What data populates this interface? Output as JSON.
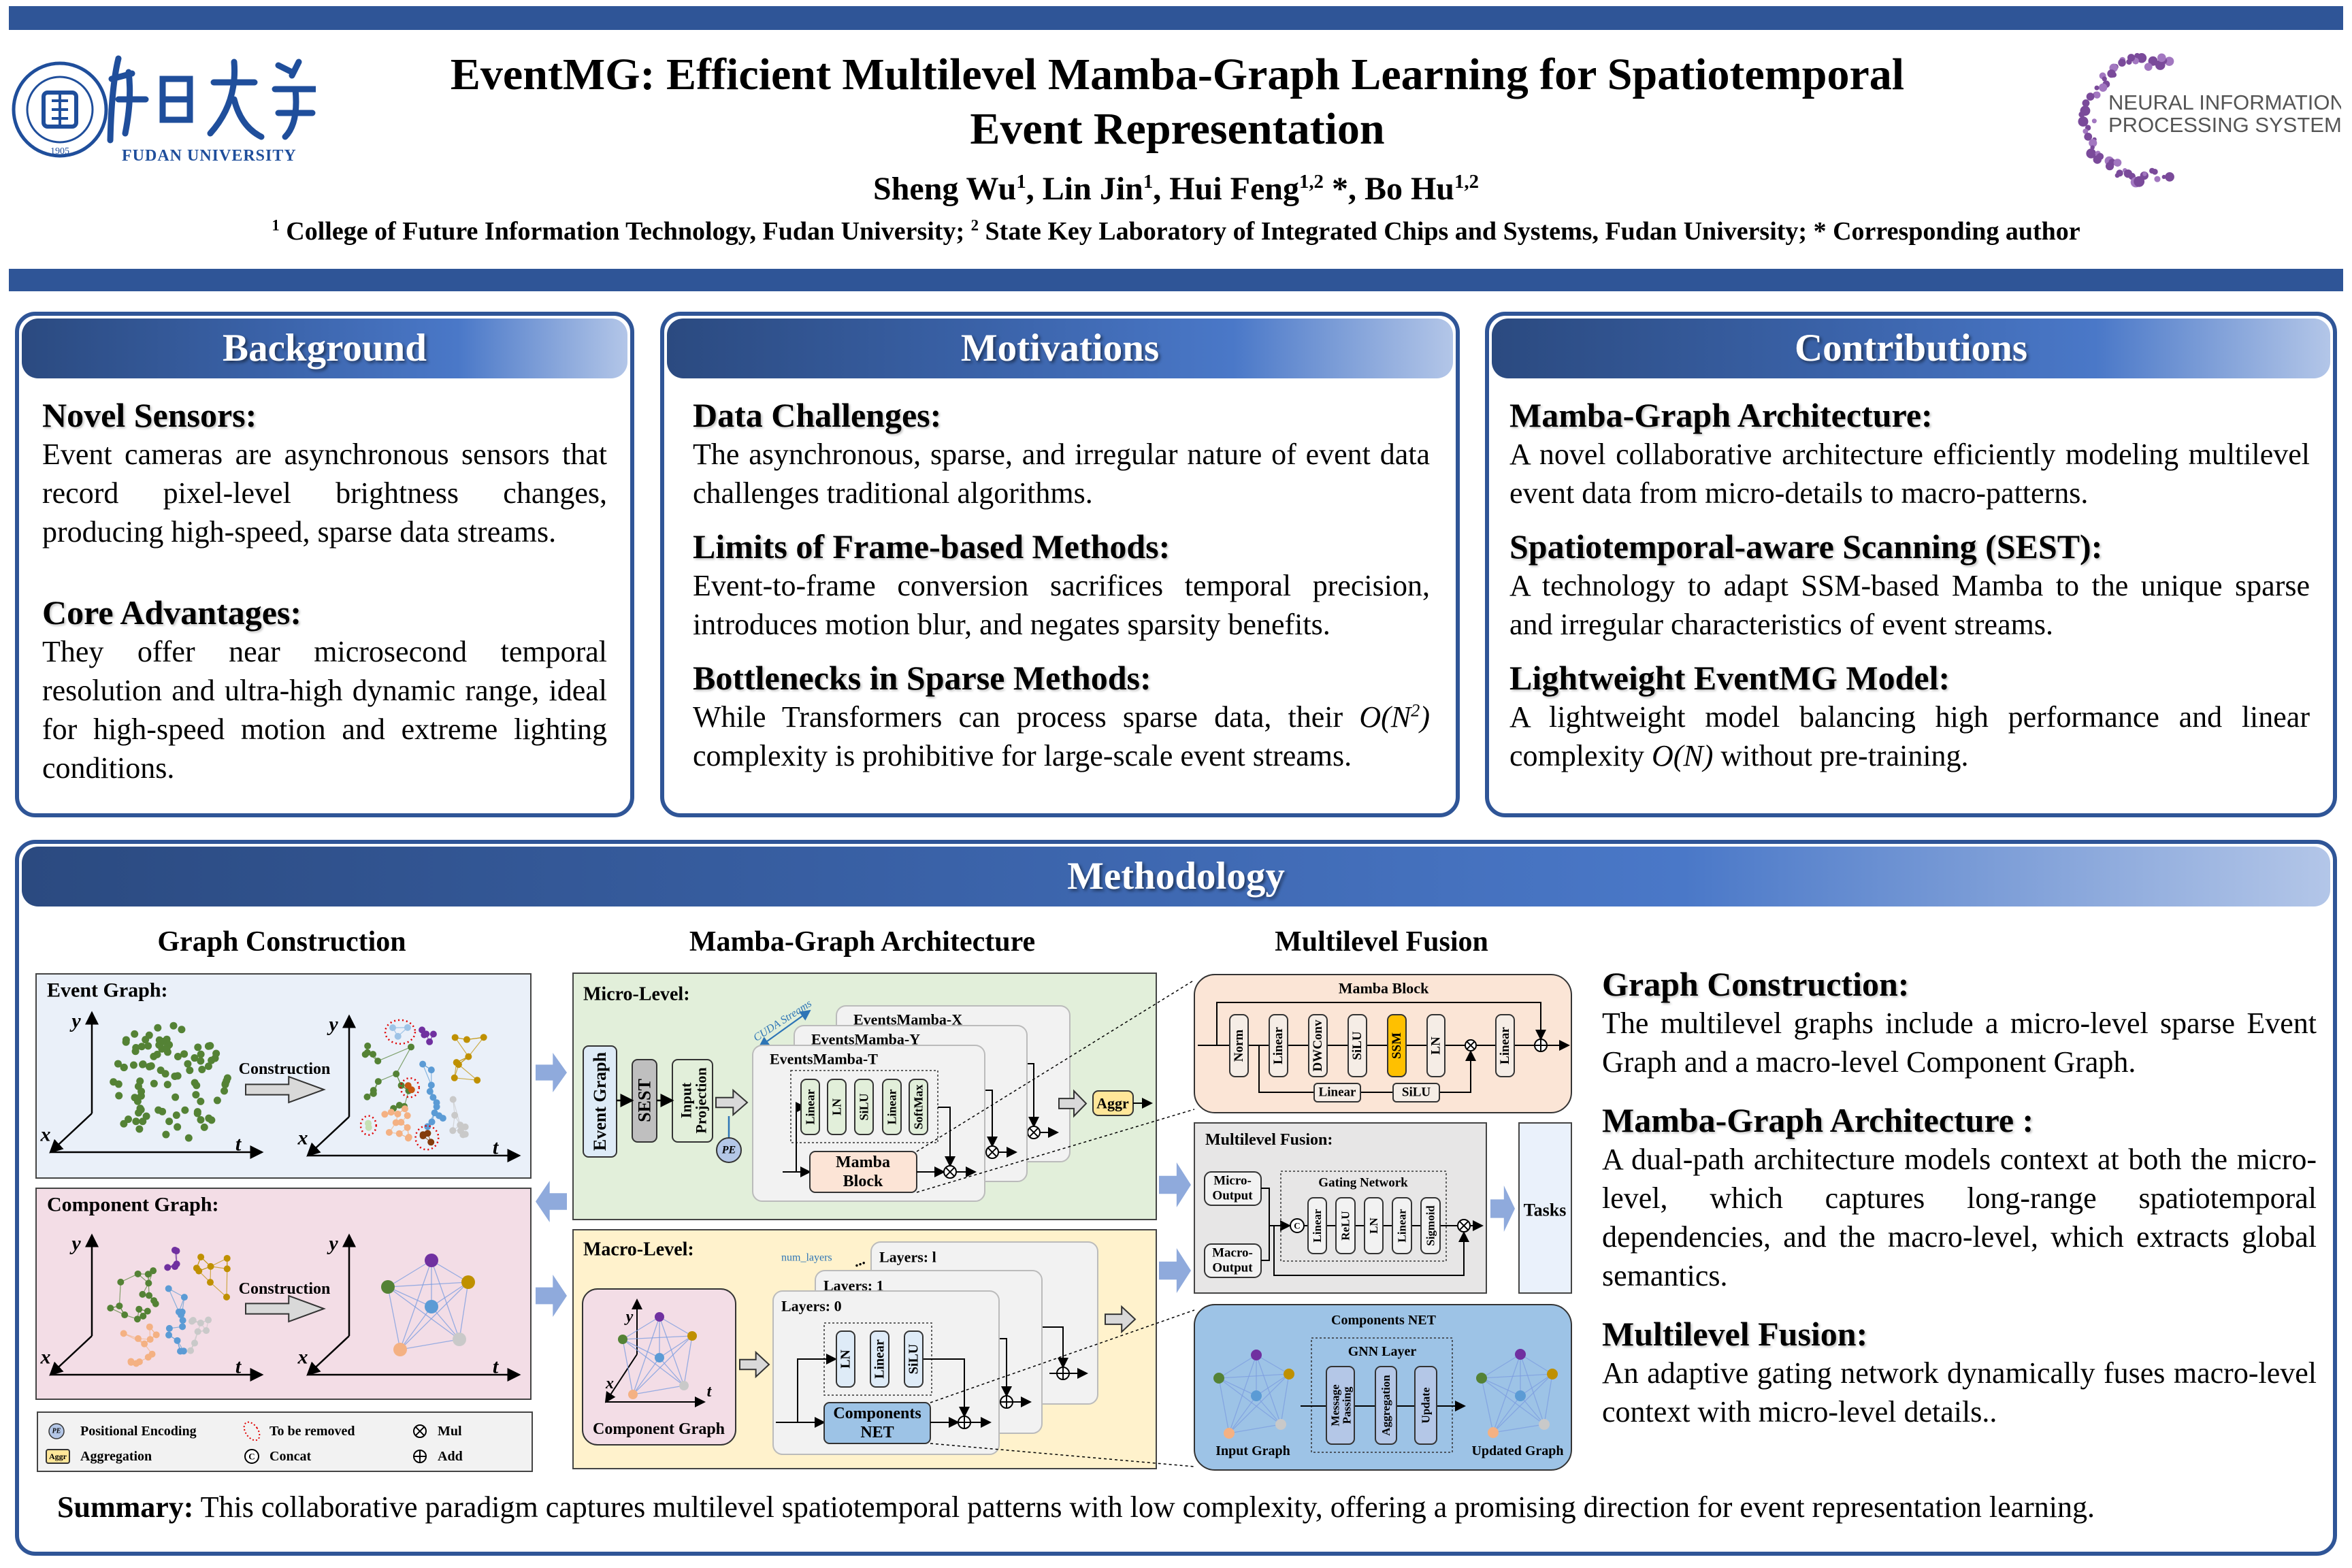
{
  "header": {
    "title_line1": "EventMG: Efficient Multilevel Mamba-Graph Learning for Spatiotemporal",
    "title_line2": "Event Representation",
    "authors": [
      {
        "name": "Sheng Wu",
        "sup": "1"
      },
      {
        "name": "Lin Jin",
        "sup": "1"
      },
      {
        "name": "Hui Feng",
        "sup": "1,2",
        "suffix": " *"
      },
      {
        "name": "Bo Hu",
        "sup": "1,2"
      }
    ],
    "affiliations": [
      {
        "sup": "1",
        "text": " College of Future Information Technology, Fudan University; "
      },
      {
        "sup": "2",
        "text": " State Key Laboratory of Integrated Chips and Systems, Fudan University; * Corresponding author"
      }
    ],
    "left_logo": {
      "name": "Fudan University",
      "chinese": "復旦大學",
      "year": "1905",
      "english": "FUDAN UNIVERSITY"
    },
    "right_logo": {
      "line1": "NEURAL INFORMATION",
      "line2": "PROCESSING SYSTEMS"
    }
  },
  "colors": {
    "primary": "#2f5597",
    "accent_yellow": "#ffc000",
    "arrow_blue": "#8faadc"
  },
  "background": {
    "title": "Background",
    "sections": [
      {
        "heading": "Novel Sensors:",
        "body": "Event cameras are asynchronous sensors that record pixel-level brightness changes, producing high-speed, sparse data streams."
      },
      {
        "heading": "Core Advantages:",
        "body": "They offer near microsecond temporal resolution and ultra-high dynamic range, ideal for high-speed motion and extreme lighting conditions."
      }
    ]
  },
  "motivations": {
    "title": "Motivations",
    "sections": [
      {
        "heading": "Data Challenges:",
        "body": "The asynchronous, sparse, and irregular nature of event data challenges traditional algorithms."
      },
      {
        "heading": "Limits of Frame-based Methods:",
        "body": "Event-to-frame conversion sacrifices temporal precision, introduces motion blur, and negates sparsity benefits."
      },
      {
        "heading": "Bottlenecks in Sparse Methods:",
        "body_before": "While Transformers can process sparse data, their ",
        "math": "O(N",
        "math_sup": "2",
        "math_close": ")",
        "body_after": " complexity is prohibitive for large-scale event streams."
      }
    ]
  },
  "contributions": {
    "title": "Contributions",
    "sections": [
      {
        "heading": "Mamba-Graph Architecture:",
        "body": "A novel collaborative architecture efficiently modeling multilevel event data from micro-details to macro-patterns."
      },
      {
        "heading": "Spatiotemporal-aware Scanning (SEST):",
        "body": "A technology to adapt SSM-based Mamba to the unique sparse and irregular characteristics of event streams."
      },
      {
        "heading": "Lightweight EventMG Model:",
        "body_before": "A lightweight model balancing high performance and linear complexity ",
        "math": "O(N)",
        "body_after": " without pre-training."
      }
    ]
  },
  "methodology": {
    "title": "Methodology",
    "columns": [
      "Graph Construction",
      "Mamba-Graph Architecture",
      "Multilevel Fusion"
    ],
    "graph_construction": {
      "event_graph": "Event Graph:",
      "component_graph": "Component Graph:",
      "construction": "Construction",
      "axis_x": "x",
      "axis_y": "y",
      "axis_t": "t"
    },
    "legend": [
      {
        "icon": "PE",
        "label": "Positional Encoding"
      },
      {
        "icon": "dotted-ellipse",
        "label": "To be removed"
      },
      {
        "icon": "mul",
        "label": "Mul"
      },
      {
        "icon": "Aggr",
        "label": "Aggregation"
      },
      {
        "icon": "C",
        "label": "Concat"
      },
      {
        "icon": "add",
        "label": "Add"
      }
    ],
    "micro": {
      "title": "Micro-Level:",
      "event_graph": "Event Graph",
      "sest": "SEST",
      "input_projection_1": "Input",
      "input_projection_2": "Projection",
      "pe": "PE",
      "cuda": "CUDA Streams",
      "branches": [
        "EventsMamba-X",
        "EventsMamba-Y",
        "EventsMamba-T"
      ],
      "blocks": [
        "Linear",
        "LN",
        "SiLU",
        "Linear",
        "SoftMax"
      ],
      "mamba_1": "Mamba",
      "mamba_2": "Block",
      "aggr": "Aggr"
    },
    "macro": {
      "title": "Macro-Level:",
      "component_graph": "Component Graph",
      "num_layers": "num_layers",
      "dots": "...",
      "layers": [
        "Layers: l",
        "Layers: 1",
        "Layers: 0"
      ],
      "blocks": [
        "LN",
        "Linear",
        "SiLU"
      ],
      "net_1": "Components",
      "net_2": "NET"
    },
    "mamba_block": {
      "title": "Mamba Block",
      "blocks": [
        "Norm",
        "Linear",
        "DWConv",
        "SiLU",
        "SSM",
        "LN",
        "Linear"
      ],
      "branch": [
        "Linear",
        "SiLU"
      ]
    },
    "fusion": {
      "title": "Multilevel Fusion:",
      "micro_1": "Micro-",
      "micro_2": "Output",
      "macro_1": "Macro-",
      "macro_2": "Output",
      "gating": "Gating Network",
      "concat": "C",
      "blocks": [
        "Linear",
        "ReLU",
        "LN",
        "Linear",
        "Sigmoid"
      ],
      "tasks": "Tasks"
    },
    "components_net": {
      "title": "Components NET",
      "gnn": "GNN Layer",
      "blocks_1": [
        "Message",
        "Aggregation",
        "Update"
      ],
      "blocks_2": "Passing",
      "input_graph": "Input Graph",
      "updated_graph": "Updated Graph"
    },
    "descriptions": [
      {
        "heading": "Graph Construction:",
        "body": "The multilevel graphs include a micro-level sparse Event Graph and a macro-level Component Graph."
      },
      {
        "heading": "Mamba-Graph Architecture :",
        "body": "A dual-path architecture models context at both the micro-level, which captures long-range spatiotemporal dependencies, and the macro-level, which extracts global semantics."
      },
      {
        "heading": "Multilevel Fusion:",
        "body": "An adaptive gating network dynamically fuses macro-level context with micro-level details.."
      }
    ],
    "summary_label": "Summary:",
    "summary": " This collaborative paradigm captures multilevel spatiotemporal patterns with low complexity, offering a promising direction for event representation learning."
  }
}
